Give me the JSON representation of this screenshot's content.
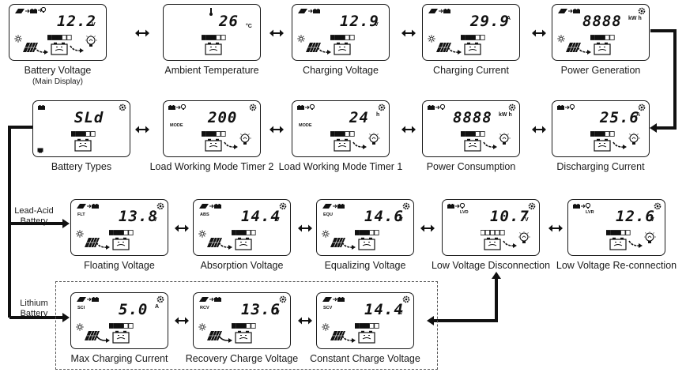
{
  "screens": [
    {
      "id": "battery-voltage",
      "caption": "Battery Voltage",
      "subcaption": "(Main Display)",
      "reading": "12.2",
      "unit": "V",
      "tag": ""
    },
    {
      "id": "ambient-temperature",
      "caption": "Ambient Temperature",
      "reading": "26",
      "unit": "°C",
      "tag": ""
    },
    {
      "id": "charging-voltage",
      "caption": "Charging Voltage",
      "reading": "12.9",
      "unit": "V",
      "tag": ""
    },
    {
      "id": "charging-current",
      "caption": "Charging Current",
      "reading": "29.9",
      "unit": "A",
      "tag": ""
    },
    {
      "id": "power-generation",
      "caption": "Power Generation",
      "reading": "8888",
      "unit": "kW h",
      "tag": ""
    },
    {
      "id": "battery-types",
      "caption": "Battery Types",
      "reading": "SLd",
      "unit": "",
      "tag": ""
    },
    {
      "id": "load-working-mode-timer-2",
      "caption": "Load Working Mode Timer 2",
      "reading": "200",
      "unit": "",
      "tag": "MODE"
    },
    {
      "id": "load-working-mode-timer-1",
      "caption": "Load Working Mode Timer 1",
      "reading": "24",
      "unit": "h",
      "tag": "MODE"
    },
    {
      "id": "power-consumption",
      "caption": "Power Consumption",
      "reading": "8888",
      "unit": "kW h",
      "tag": ""
    },
    {
      "id": "discharging-current",
      "caption": "Discharging Current",
      "reading": "25.6",
      "unit": "A",
      "tag": ""
    },
    {
      "id": "floating-voltage",
      "caption": "Floating Voltage",
      "reading": "13.8",
      "unit": "V",
      "tag": "FLT"
    },
    {
      "id": "absorption-voltage",
      "caption": "Absorption Voltage",
      "reading": "14.4",
      "unit": "V",
      "tag": "ABS"
    },
    {
      "id": "equalizing-voltage",
      "caption": "Equalizing Voltage",
      "reading": "14.6",
      "unit": "V",
      "tag": "EQU"
    },
    {
      "id": "low-voltage-disconnection",
      "caption": "Low Voltage Disconnection",
      "reading": "10.7",
      "unit": "V",
      "tag": "LVD"
    },
    {
      "id": "low-voltage-reconnection",
      "caption": "Low Voltage Re-connection",
      "reading": "12.6",
      "unit": "V",
      "tag": "LVR"
    },
    {
      "id": "max-charging-current",
      "caption": "Max Charging Current",
      "reading": "5.0",
      "unit": "A",
      "tag": "SCI"
    },
    {
      "id": "recovery-charge-voltage",
      "caption": "Recovery Charge Voltage",
      "reading": "13.6",
      "unit": "V",
      "tag": "RCV"
    },
    {
      "id": "constant-charge-voltage",
      "caption": "Constant Charge Voltage",
      "reading": "14.4",
      "unit": "V",
      "tag": "SCV"
    }
  ],
  "branches": {
    "lead_acid": "Lead-Acid Battery",
    "lithium": "Lithium Battery"
  }
}
